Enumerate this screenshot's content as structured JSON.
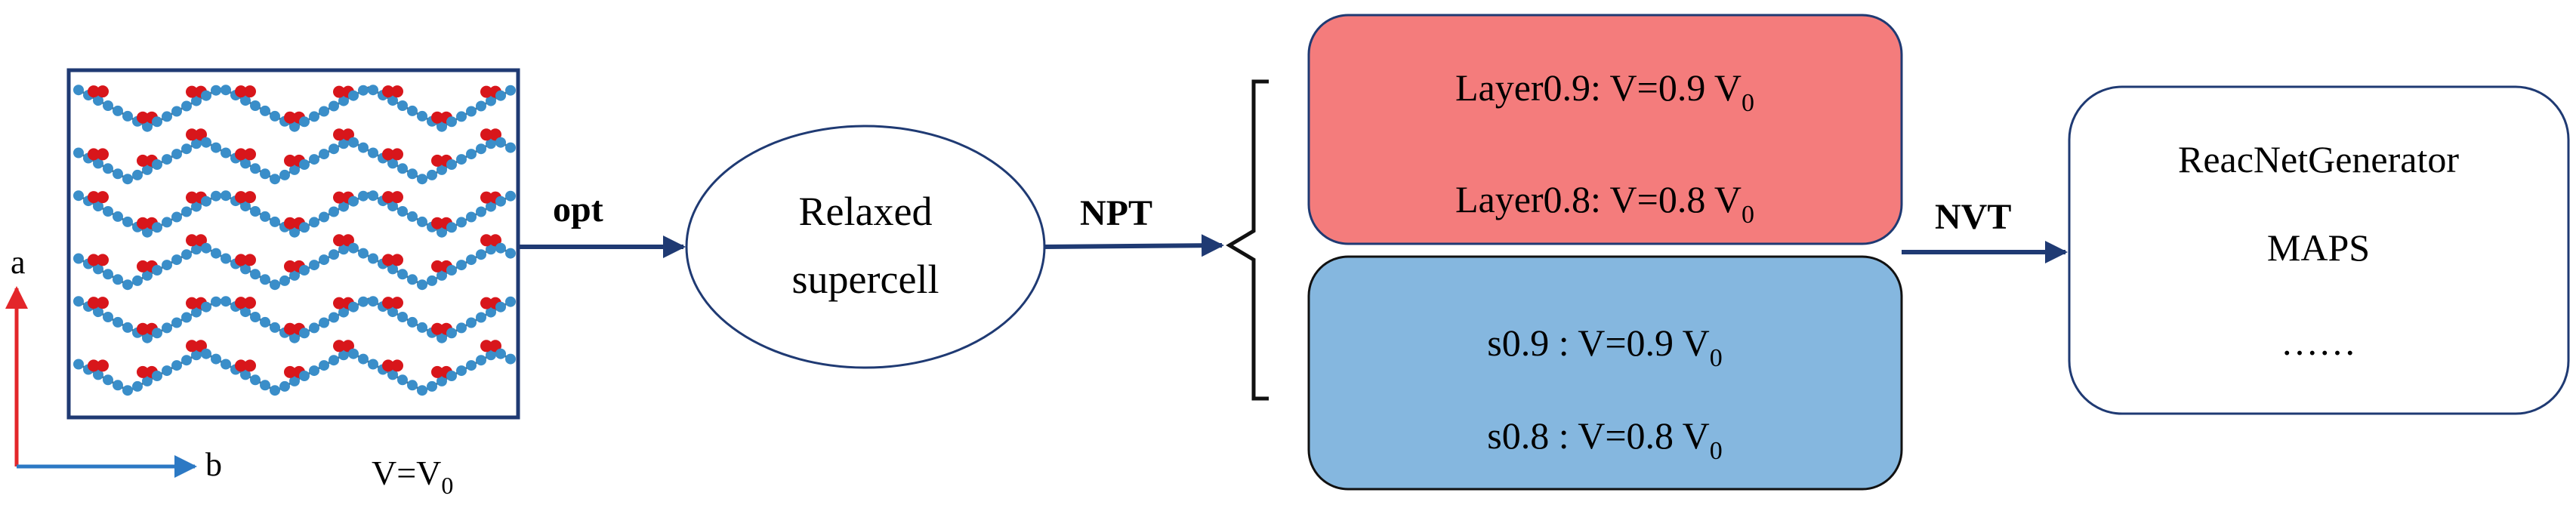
{
  "structure_panel": {
    "axis_a": "a",
    "axis_b": "b",
    "volume_label": {
      "main": "V=V",
      "sub": "0"
    },
    "chain_count": 6,
    "colors": {
      "carbon": "#3a8ec9",
      "oxygen": "#d8161b",
      "frame": "#1f3a73"
    }
  },
  "arrows": {
    "opt": "opt",
    "npt": "NPT",
    "nvt": "NVT"
  },
  "relaxed": {
    "line1": "Relaxed",
    "line2": "supercell"
  },
  "layer_box": {
    "color": "#f47c7c",
    "rows": [
      {
        "main": "Layer0.9: V=0.9 V",
        "sub": "0"
      },
      {
        "main": "Layer0.8: V=0.8 V",
        "sub": "0"
      }
    ]
  },
  "s_box": {
    "color": "#85b7df",
    "rows": [
      {
        "main": "s0.9 : V=0.9 V",
        "sub": "0"
      },
      {
        "main": "s0.8 : V=0.8 V",
        "sub": "0"
      }
    ]
  },
  "analysis_box": {
    "items": [
      "ReacNetGenerator",
      "MAPS",
      "……"
    ]
  }
}
